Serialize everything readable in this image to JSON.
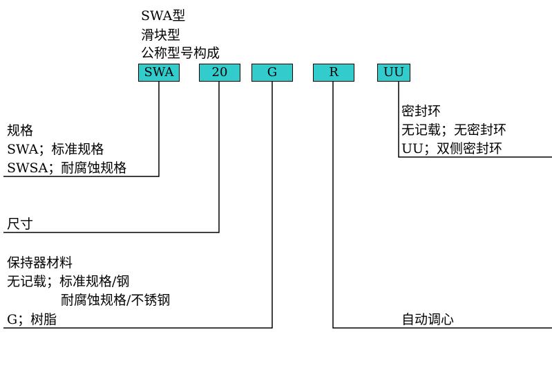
{
  "title": {
    "line1": "SWA型",
    "line2": "滑块型",
    "line3": "公称型号构成"
  },
  "colors": {
    "box_fill": "#33cccc",
    "line": "#000000",
    "text": "#000000",
    "background": "#ffffff"
  },
  "codes": {
    "series": "SWA",
    "size": "20",
    "retainer": "G",
    "self_align": "R",
    "seal": "UU"
  },
  "spec": {
    "heading": "规格",
    "line1": "SWA；标准规格",
    "line2": "SWSA；耐腐蚀规格"
  },
  "size_label": "尺寸",
  "retainer": {
    "heading": "保持器材料",
    "line1": "无记载；标准规格/钢",
    "line2": "耐腐蚀规格/不锈钢",
    "line3": "G；树脂"
  },
  "self_align_label": "自动调心",
  "seal": {
    "heading": "密封环",
    "line1": "无记载；无密封环",
    "line2": "UU；双侧密封环"
  }
}
